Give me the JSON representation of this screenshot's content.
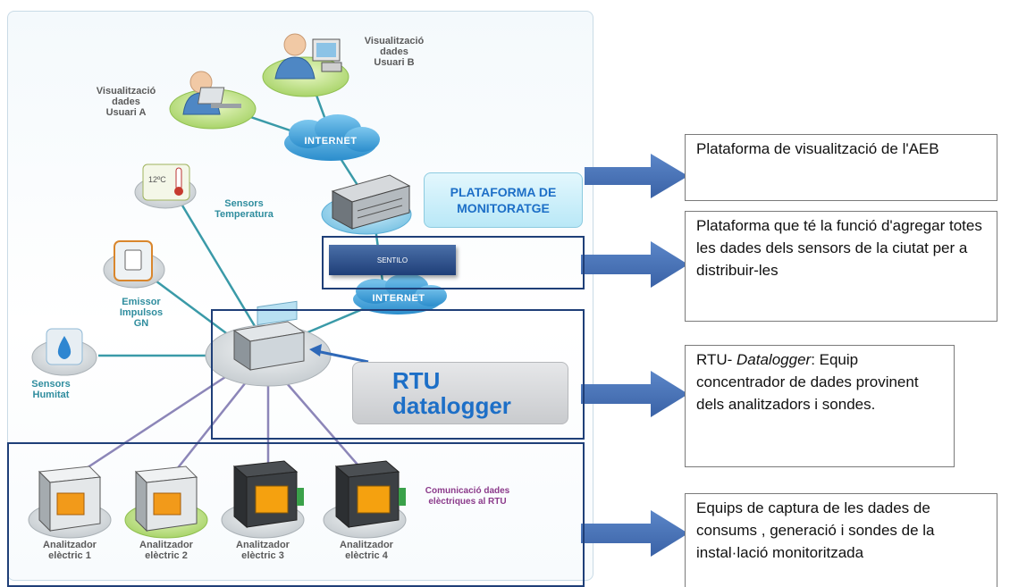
{
  "diagram": {
    "users": [
      {
        "label": "Visualització\ndades\nUsuari A"
      },
      {
        "label": "Visualització\ndades\nUsuari B"
      }
    ],
    "clouds": [
      "INTERNET",
      "INTERNET"
    ],
    "platform_label": "PLATAFORMA DE\nMONITORATGE",
    "sentilo_label": "SENTILO",
    "rtu_label": "RTU\ndatalogger",
    "sensors": [
      {
        "label": "Sensors\nTemperatura",
        "icon_text": "12ºC"
      },
      {
        "label": "Emissor\nImpulsos\nGN"
      },
      {
        "label": "Sensors\nHumitat"
      }
    ],
    "analyzers": [
      {
        "label": "Analitzador\nelèctric 1"
      },
      {
        "label": "Analitzador\nelèctric 2"
      },
      {
        "label": "Analitzador\nelèctric 3"
      },
      {
        "label": "Analitzador\nelèctric 4"
      }
    ],
    "comms_label": "Comunicació dades\nelèctriques al RTU"
  },
  "descriptions": [
    {
      "text": "Plataforma de visualització de l'AEB"
    },
    {
      "text": "Plataforma que té la funció d'agregar totes les dades dels sensors de la ciutat per a distribuir-les"
    },
    {
      "italic": "Datalogger",
      "prefix": "RTU- ",
      "suffix": ": Equip concentrador de dades provinent dels analitzadors i sondes."
    },
    {
      "text": "Equips de captura de les dades de consums , generació i sondes de la instal·lació monitoritzada"
    }
  ],
  "colors": {
    "frame": "#1f3f78",
    "arrow": "#4a73b8",
    "accent_blue": "#1d6fc7",
    "line_teal": "#3a9aa8",
    "line_purple": "#8c86b8"
  }
}
